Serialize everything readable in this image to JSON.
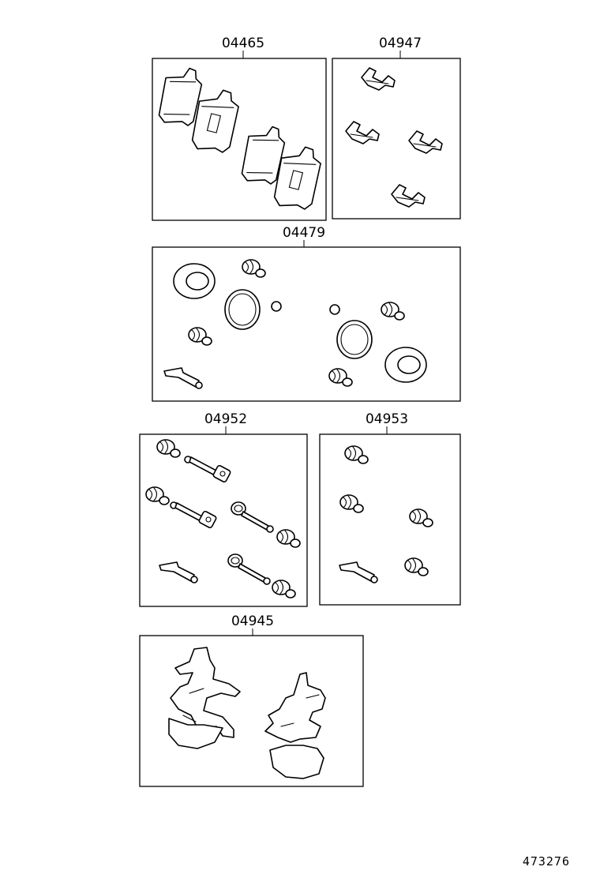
{
  "diagram": {
    "figure_number": "473276",
    "kits": [
      {
        "id": "pads",
        "part_number": "04465"
      },
      {
        "id": "fitting-kit",
        "part_number": "04947"
      },
      {
        "id": "cylinder-kit",
        "part_number": "04479"
      },
      {
        "id": "caliper-kit-a",
        "part_number": "04952"
      },
      {
        "id": "caliper-kit-b",
        "part_number": "04953"
      },
      {
        "id": "shim-kit",
        "part_number": "04945"
      }
    ]
  }
}
